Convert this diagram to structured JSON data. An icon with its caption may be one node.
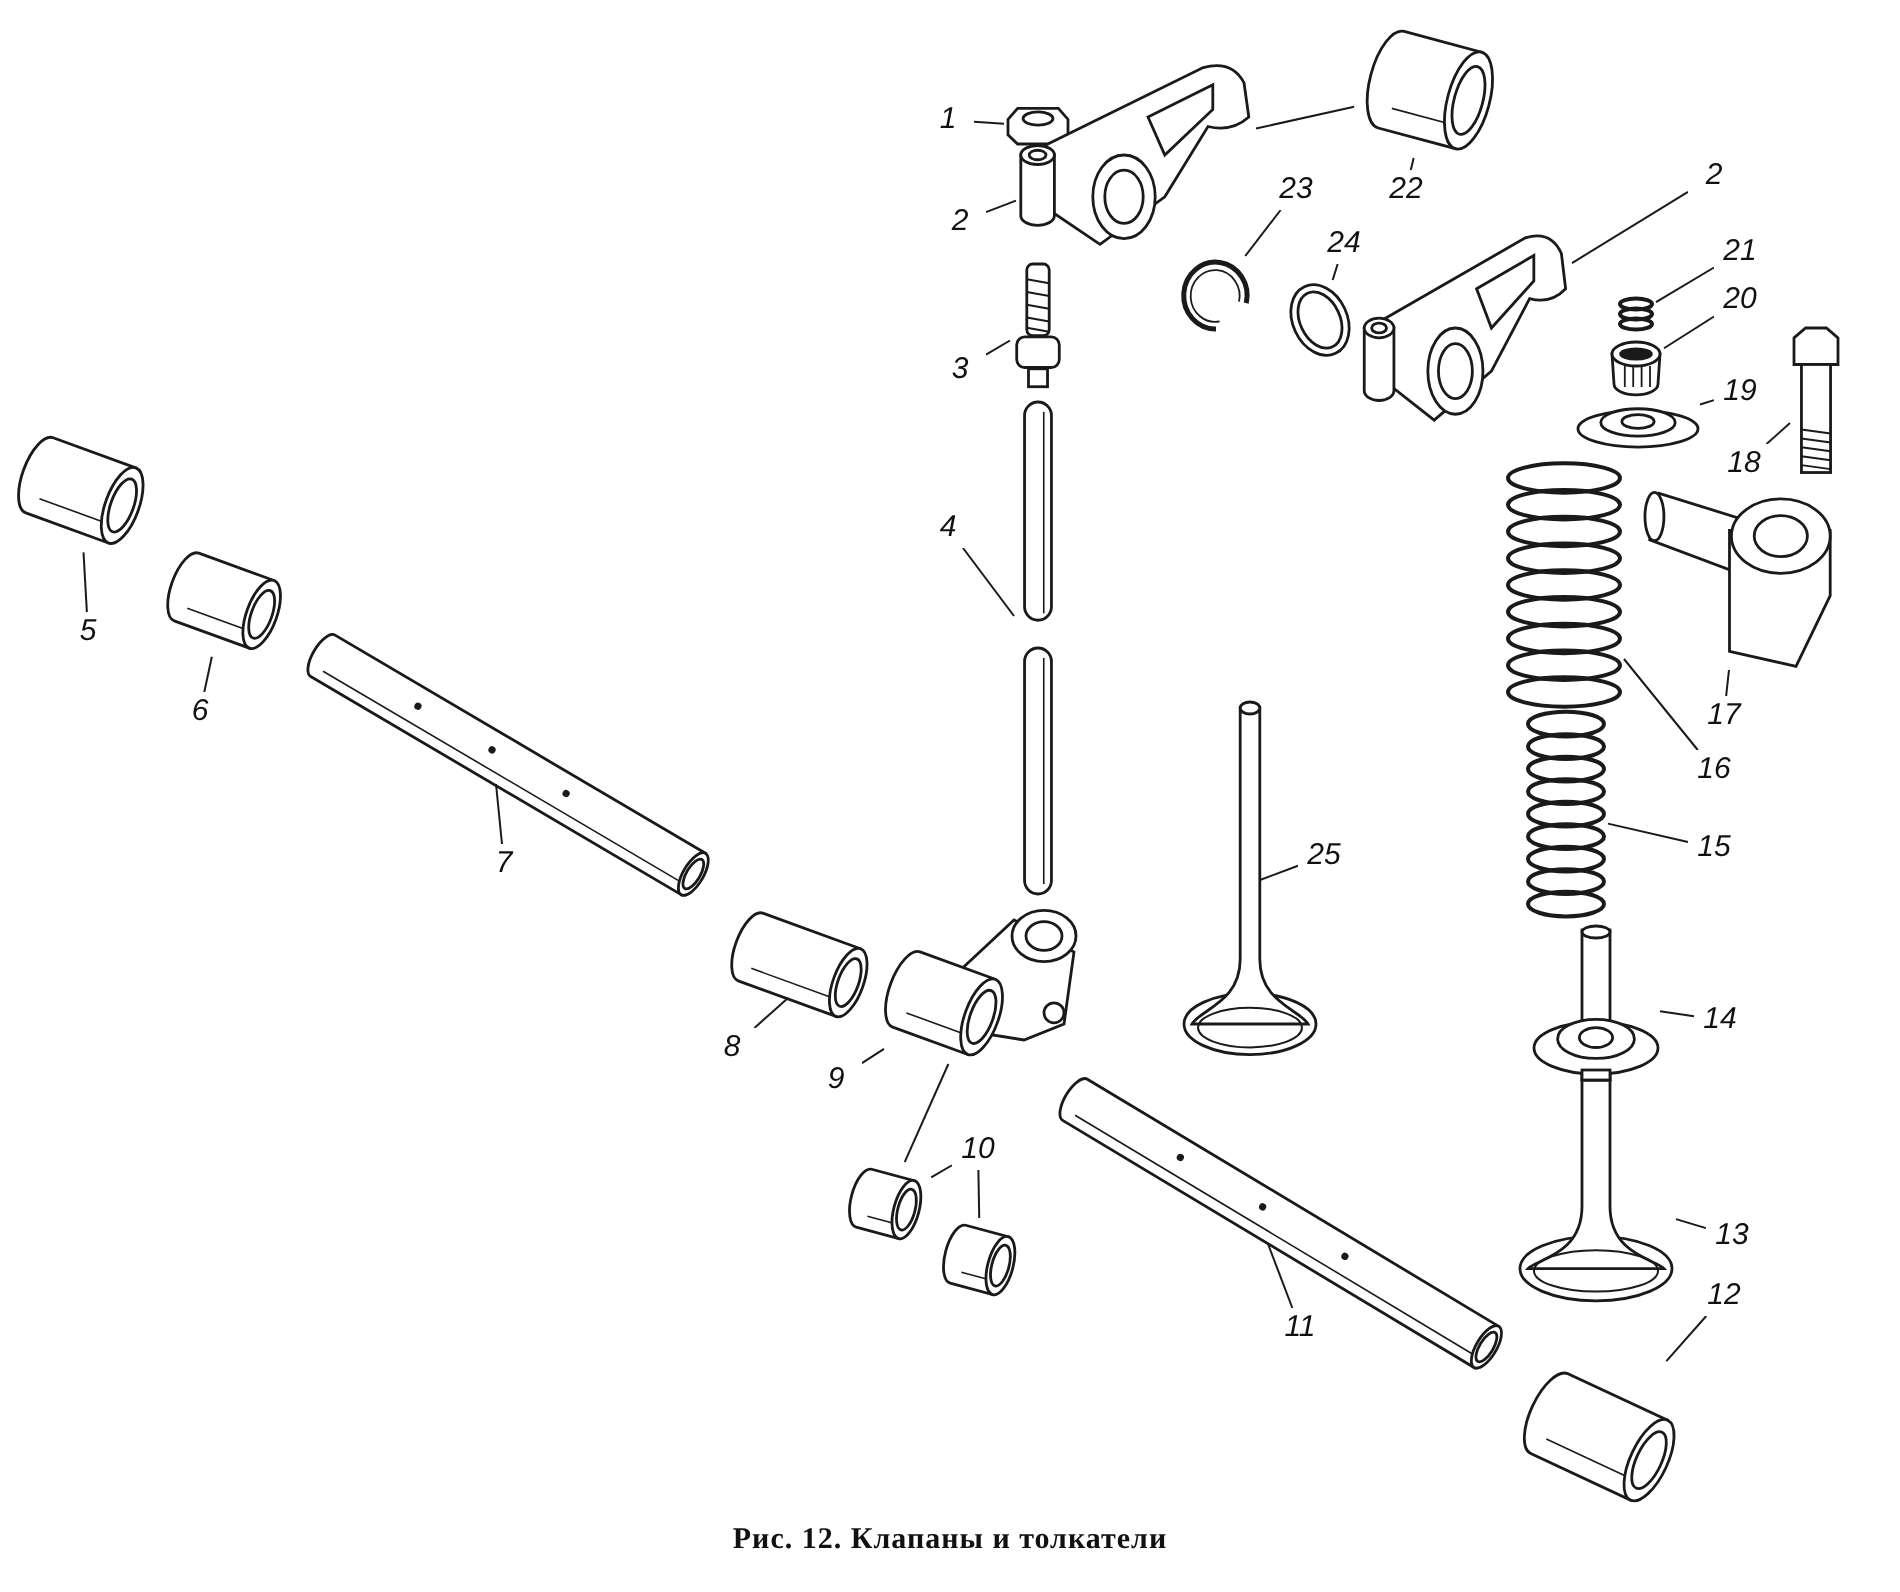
{
  "diagram": {
    "caption": "Рис. 12. Клапаны и толкатели",
    "nodes": [
      {
        "text": [
          "1"
        ]
      },
      {
        "text": [
          "2"
        ]
      },
      {
        "text": [
          "3"
        ]
      },
      {
        "text": [
          "4"
        ]
      },
      {
        "text": [
          "5"
        ]
      },
      {
        "text": [
          "6"
        ]
      },
      {
        "text": [
          "7"
        ]
      },
      {
        "text": [
          "8"
        ]
      },
      {
        "text": [
          "9"
        ]
      },
      {
        "text": [
          "10"
        ]
      },
      {
        "text": [
          "11"
        ]
      },
      {
        "text": [
          "12"
        ]
      },
      {
        "text": [
          "13"
        ]
      },
      {
        "text": [
          "14"
        ]
      },
      {
        "text": [
          "15"
        ]
      },
      {
        "text": [
          "16"
        ]
      },
      {
        "text": [
          "17"
        ]
      },
      {
        "text": [
          "18"
        ]
      },
      {
        "text": [
          "19"
        ]
      },
      {
        "text": [
          "20"
        ]
      },
      {
        "text": [
          "21"
        ]
      },
      {
        "text": [
          "22"
        ]
      },
      {
        "text": [
          "23"
        ]
      },
      {
        "text": [
          "24"
        ]
      },
      {
        "text": [
          "25"
        ]
      },
      {
        "text": [
          "2"
        ]
      },
      {
        "text": [],
        "shape": "picture"
      },
      {
        "text": [],
        "shape": "picture"
      },
      {
        "text": [],
        "shape": "picture"
      },
      {
        "text": [],
        "shape": "picture"
      },
      {
        "text": [],
        "shape": "picture"
      },
      {
        "text": [],
        "shape": "picture"
      },
      {
        "text": [],
        "shape": "picture"
      },
      {
        "text": [],
        "shape": "picture"
      },
      {
        "text": [],
        "shape": "picture"
      },
      {
        "text": [],
        "shape": "picture"
      },
      {
        "text": [],
        "shape": "picture"
      },
      {
        "text": [],
        "shape": "picture"
      },
      {
        "text": [],
        "shape": "picture"
      },
      {
        "text": [],
        "shape": "picture"
      },
      {
        "text": [],
        "shape": "picture"
      },
      {
        "text": [],
        "shape": "picture"
      },
      {
        "text": [],
        "shape": "picture"
      },
      {
        "text": [],
        "shape": "picture"
      },
      {
        "text": [],
        "shape": "picture"
      },
      {
        "text": [],
        "shape": "picture"
      },
      {
        "text": [],
        "shape": "picture"
      },
      {
        "text": [],
        "shape": "picture"
      },
      {
        "text": [],
        "shape": "picture"
      },
      {
        "text": [],
        "shape": "picture"
      },
      {
        "text": [],
        "shape": "picture"
      },
      {
        "text": [],
        "shape": "picture"
      },
      {
        "text": [],
        "shape": "picture"
      }
    ],
    "edges": [
      {
        "from": 0,
        "to": 26,
        "arrow": "none"
      },
      {
        "from": 1,
        "to": 27,
        "arrow": "none"
      },
      {
        "from": 2,
        "to": 28,
        "arrow": "none"
      },
      {
        "from": 3,
        "to": 29,
        "arrow": "none"
      },
      {
        "from": 4,
        "to": 30,
        "arrow": "none"
      },
      {
        "from": 5,
        "to": 31,
        "arrow": "none"
      },
      {
        "from": 6,
        "to": 32,
        "arrow": "none"
      },
      {
        "from": 7,
        "to": 33,
        "arrow": "none"
      },
      {
        "from": 8,
        "to": 34,
        "arrow": "none"
      },
      {
        "from": 9,
        "to": 35,
        "arrow": "none"
      },
      {
        "from": 9,
        "to": 36,
        "arrow": "none"
      },
      {
        "from": 10,
        "to": 37,
        "arrow": "none"
      },
      {
        "from": 11,
        "to": 38,
        "arrow": "none"
      },
      {
        "from": 12,
        "to": 39,
        "arrow": "none"
      },
      {
        "from": 13,
        "to": 40,
        "arrow": "none"
      },
      {
        "from": 14,
        "to": 41,
        "arrow": "none"
      },
      {
        "from": 15,
        "to": 42,
        "arrow": "none"
      },
      {
        "from": 16,
        "to": 43,
        "arrow": "none"
      },
      {
        "from": 17,
        "to": 44,
        "arrow": "none"
      },
      {
        "from": 18,
        "to": 45,
        "arrow": "none"
      },
      {
        "from": 19,
        "to": 46,
        "arrow": "none"
      },
      {
        "from": 20,
        "to": 47,
        "arrow": "none"
      },
      {
        "from": 21,
        "to": 48,
        "arrow": "none"
      },
      {
        "from": 22,
        "to": 49,
        "arrow": "none"
      },
      {
        "from": 23,
        "to": 50,
        "arrow": "none"
      },
      {
        "from": 24,
        "to": 51,
        "arrow": "none"
      },
      {
        "from": 25,
        "to": 52,
        "arrow": "none"
      },
      {
        "from": 48,
        "to": 27,
        "arrow": "none"
      },
      {
        "from": 34,
        "to": 35,
        "arrow": "none"
      }
    ]
  }
}
